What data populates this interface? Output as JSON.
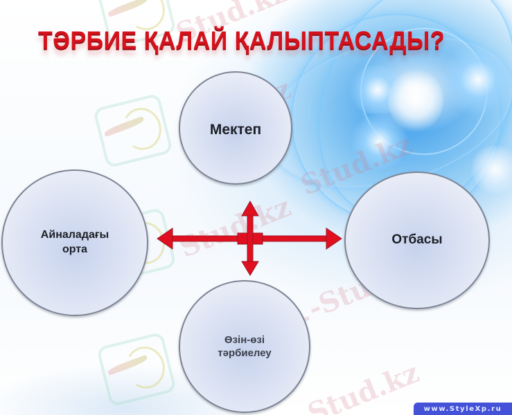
{
  "slide": {
    "title": "ТӘРБИЕ ҚАЛАЙ ҚАЛЫПТАСАДЫ?",
    "title_color": "#d4121c",
    "arrow_color": "#e01020",
    "circles": [
      {
        "id": "top",
        "label": "Мектеп"
      },
      {
        "id": "left",
        "label_line1": "Айналадағы",
        "label_line2": "орта"
      },
      {
        "id": "right",
        "label": "Отбасы"
      },
      {
        "id": "bottom",
        "label_line1": "Өзін-өзі",
        "label_line2": "тәрбиелеу"
      }
    ],
    "credit": "www.StyleXp.ru",
    "credit_color": "#4452d8"
  },
  "watermarks": {
    "text": "Stud.kz",
    "text_dash": "-Stud.kz",
    "text_kz": "Stud.kz -"
  }
}
